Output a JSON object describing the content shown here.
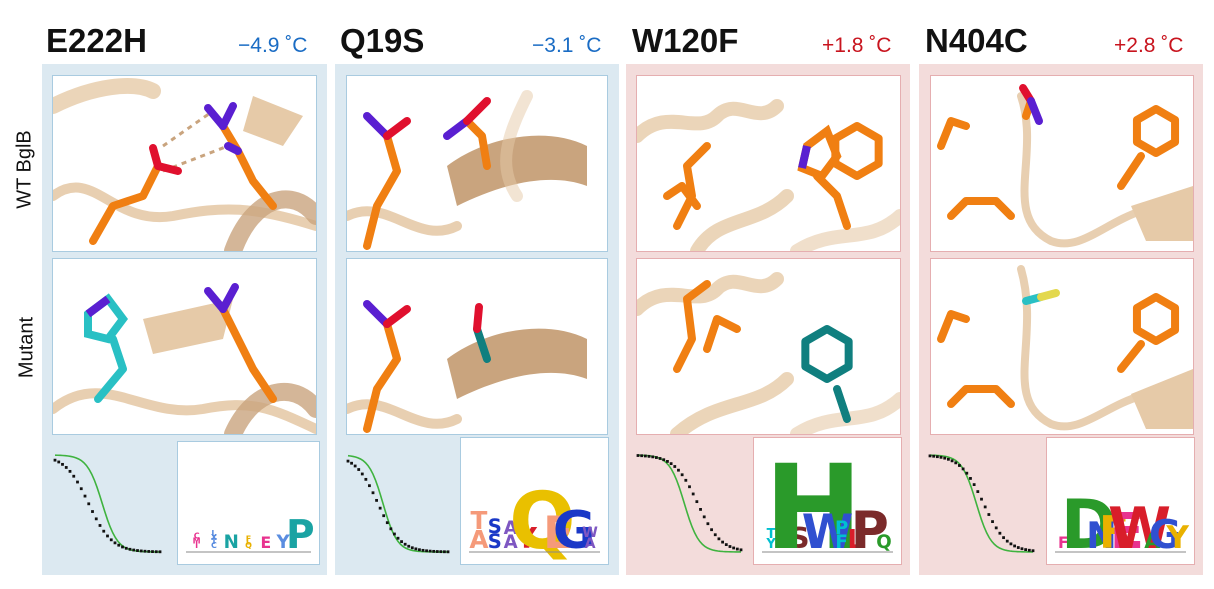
{
  "row_labels": {
    "wt": "WT BglB",
    "mutant": "Mutant"
  },
  "columns": [
    {
      "id": "E222H",
      "title": "E222H",
      "delta": "−4.9 ˚C",
      "delta_color": "#1a6cc4",
      "panel_color": "#dce9f1",
      "border_color": "#a9cbe0"
    },
    {
      "id": "Q19S",
      "title": "Q19S",
      "delta": "−3.1 ˚C",
      "delta_color": "#1a6cc4",
      "panel_color": "#dce9f1",
      "border_color": "#a9cbe0"
    },
    {
      "id": "W120F",
      "title": "W120F",
      "delta": "+1.8 ˚C",
      "delta_color": "#c8141e",
      "panel_color": "#f3dcdb",
      "border_color": "#e5aeb0"
    },
    {
      "id": "N404C",
      "title": "N404C",
      "delta": "+2.8 ˚C",
      "delta_color": "#c8141e",
      "panel_color": "#f3dcdb",
      "border_color": "#e5aeb0"
    }
  ],
  "colors": {
    "ribbon": "#e6caa8",
    "ribbon_dark": "#c9a47e",
    "wt_sidechain": "#f07f12",
    "mutant_e222h": "#29c0c4",
    "mutant_other": "#107f7f",
    "nitrogen": "#5a1fd1",
    "oxygen": "#e0102e",
    "sulfur": "#e3d84d",
    "fit_line": "#3fb33f",
    "points": "#111111"
  }
}
